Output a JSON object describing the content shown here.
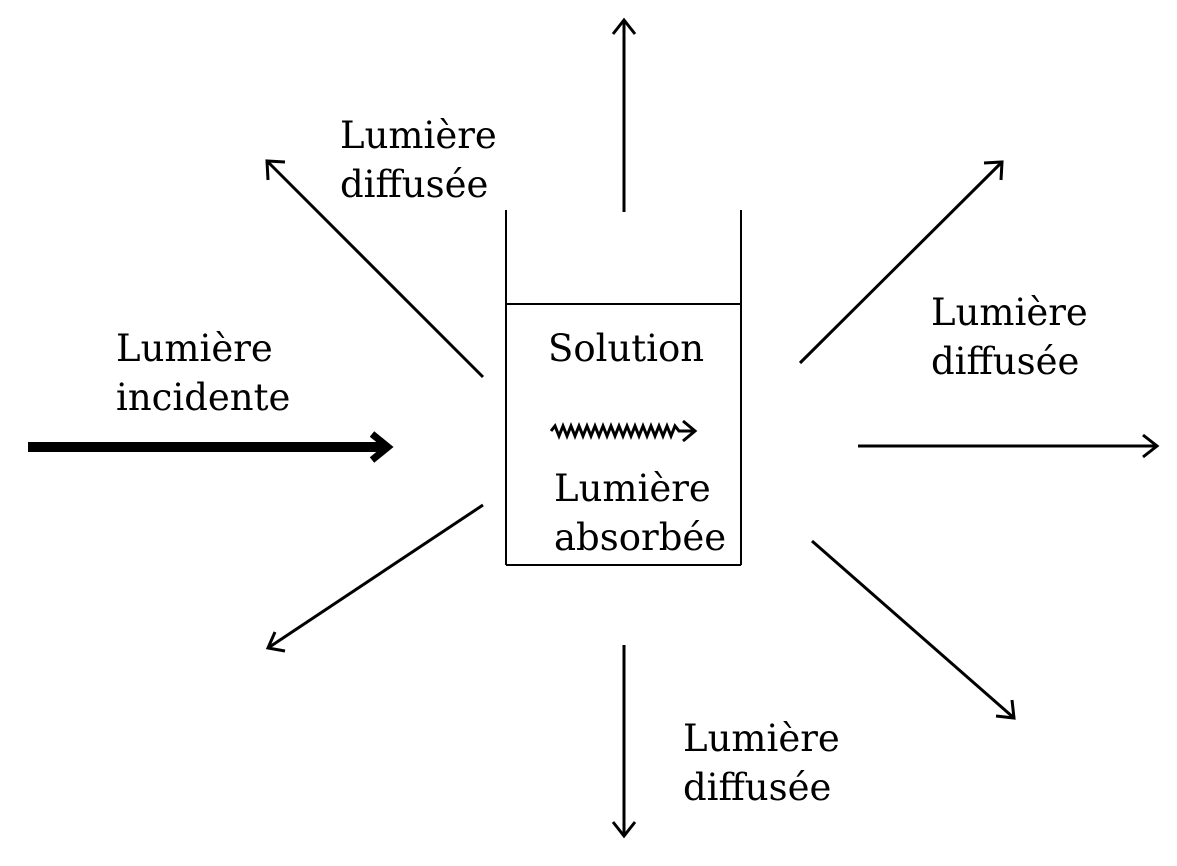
{
  "labels": {
    "incident": [
      "Lumière",
      "incidente"
    ],
    "scattered_top_left": [
      "Lumière",
      "diffusée"
    ],
    "scattered_right": [
      "Lumière",
      "diffusée"
    ],
    "scattered_bottom": [
      "Lumière",
      "diffusée"
    ],
    "solution": "Solution",
    "absorbed": [
      "Lumière",
      "absorbée"
    ]
  },
  "colors": {
    "ink": "#000000",
    "background": "#ffffff"
  }
}
